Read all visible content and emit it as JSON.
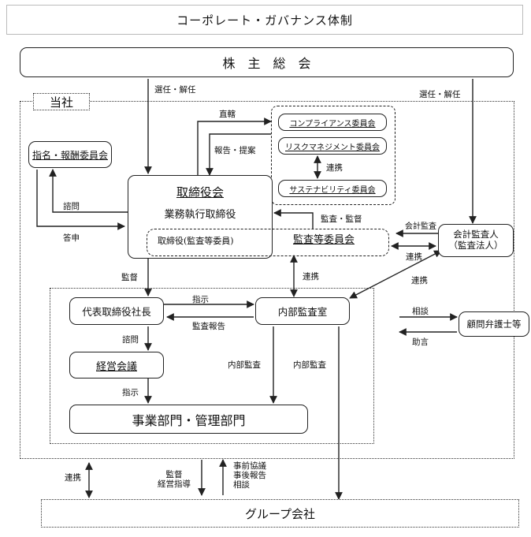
{
  "title": "コーポレート・ガバナンス体制",
  "shareholders": "株　主　総　会",
  "company": "当社",
  "group": "グループ会社",
  "board": {
    "title": "取締役会",
    "subtitle": "業務執行取締役",
    "member_label": "取締役(監査等委員)",
    "audit_committee": "監査等委員会"
  },
  "nomination_committee": "指名・報酬委員会",
  "committees": [
    "コンプライアンス委員会",
    "リスクマネジメント委員会",
    "サステナビリティ委員会"
  ],
  "president": "代表取締役社長",
  "internal_audit": "内部監査室",
  "management_meeting": "経営会議",
  "business_divisions": "事業部門・管理部門",
  "auditor": "会計監査人\n（監査法人）",
  "counsel": "顧問弁護士等",
  "labels": {
    "elect_dismiss_left": "選任・解任",
    "elect_dismiss_right": "選任・解任",
    "direct": "直轄",
    "report_propose": "報告・提案",
    "cooperate_committees": "連携",
    "consult": "諮問",
    "reply": "答申",
    "audit_supervise": "監査・監督",
    "accounting_audit": "会計監査",
    "cooperate_auditor": "連携",
    "cooperate_audit_room": "連携",
    "cooperate_internal": "連携",
    "supervise": "監督",
    "instruct": "指示",
    "audit_report": "監査報告",
    "consult_mgmt": "諮問",
    "instruct_mgmt": "指示",
    "internal_audit_1": "内部監査",
    "internal_audit_2": "内部監査",
    "consultation": "相談",
    "advice": "助言",
    "cooperate_group": "連携",
    "supervise_guide": "監督\n経営指導",
    "reports": "事前協議\n事後報告\n相談"
  }
}
